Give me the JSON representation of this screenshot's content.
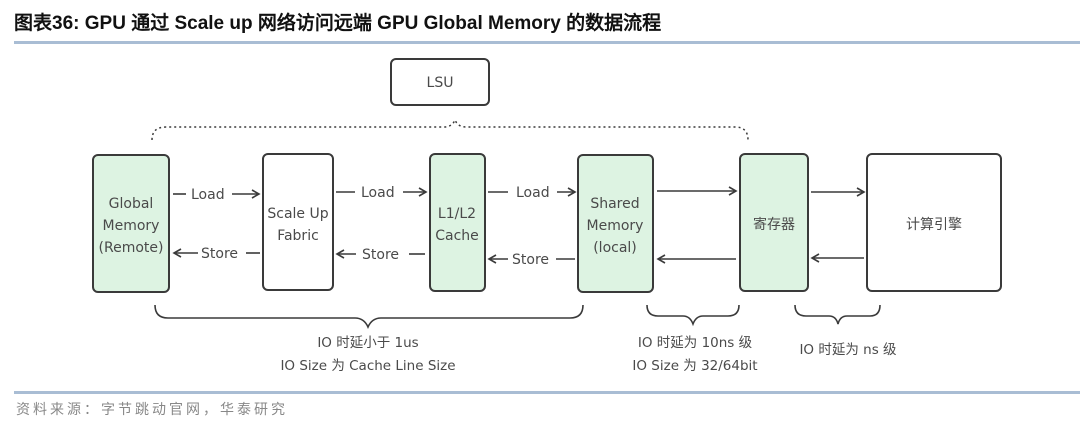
{
  "header": {
    "title": "图表36:  GPU 通过 Scale up 网络访问远端 GPU Global Memory 的数据流程"
  },
  "diagram": {
    "lsu": "LSU",
    "boxes": {
      "global_memory": [
        "Global",
        "Memory",
        "(Remote)"
      ],
      "scale_up_fabric": [
        "Scale Up",
        "Fabric"
      ],
      "cache": [
        "L1/L2",
        "Cache"
      ],
      "shared_memory": [
        "Shared",
        "Memory",
        "(local)"
      ],
      "register": [
        "寄存器"
      ],
      "compute_engine": [
        "计算引擎"
      ]
    },
    "flows": {
      "load": "Load",
      "store": "Store"
    },
    "notes": {
      "group1": [
        "IO 时延小于 1us",
        "IO Size 为 Cache Line Size"
      ],
      "group2": [
        "IO 时延为 10ns 级",
        "IO Size 为 32/64bit"
      ],
      "group3": [
        "IO 时延为 ns 级"
      ]
    },
    "colors": {
      "green_fill": "#ddf3e2",
      "stroke": "#3a3a3a",
      "rule": "#a9bdd4"
    }
  },
  "footer": {
    "source": "资料来源：字节跳动官网，华泰研究"
  }
}
